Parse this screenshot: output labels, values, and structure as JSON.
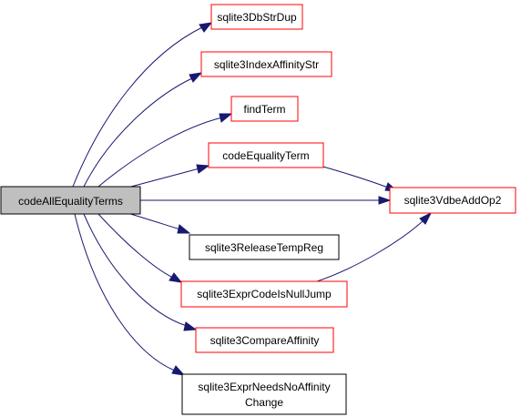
{
  "colors": {
    "edge": "#191970",
    "root_fill": "#bfbfbf",
    "root_border": "#000000",
    "red_border": "#ff0000",
    "black_border": "#000000",
    "node_fill": "#ffffff"
  },
  "nodes": {
    "root": {
      "label": "codeAllEqualityTerms"
    },
    "dbstrdup": {
      "label": "sqlite3DbStrDup"
    },
    "indexaffinitystr": {
      "label": "sqlite3IndexAffinityStr"
    },
    "findterm": {
      "label": "findTerm"
    },
    "codeequalityterm": {
      "label": "codeEqualityTerm"
    },
    "vdbeaddop2": {
      "label": "sqlite3VdbeAddOp2"
    },
    "releasetempreg": {
      "label": "sqlite3ReleaseTempReg"
    },
    "exprcodeisnulljump": {
      "label": "sqlite3ExprCodeIsNullJump"
    },
    "compareaffinity": {
      "label": "sqlite3CompareAffinity"
    },
    "exprneedsnoaffinitychange": {
      "label_line1": "sqlite3ExprNeedsNoAffinity",
      "label_line2": "Change"
    }
  }
}
